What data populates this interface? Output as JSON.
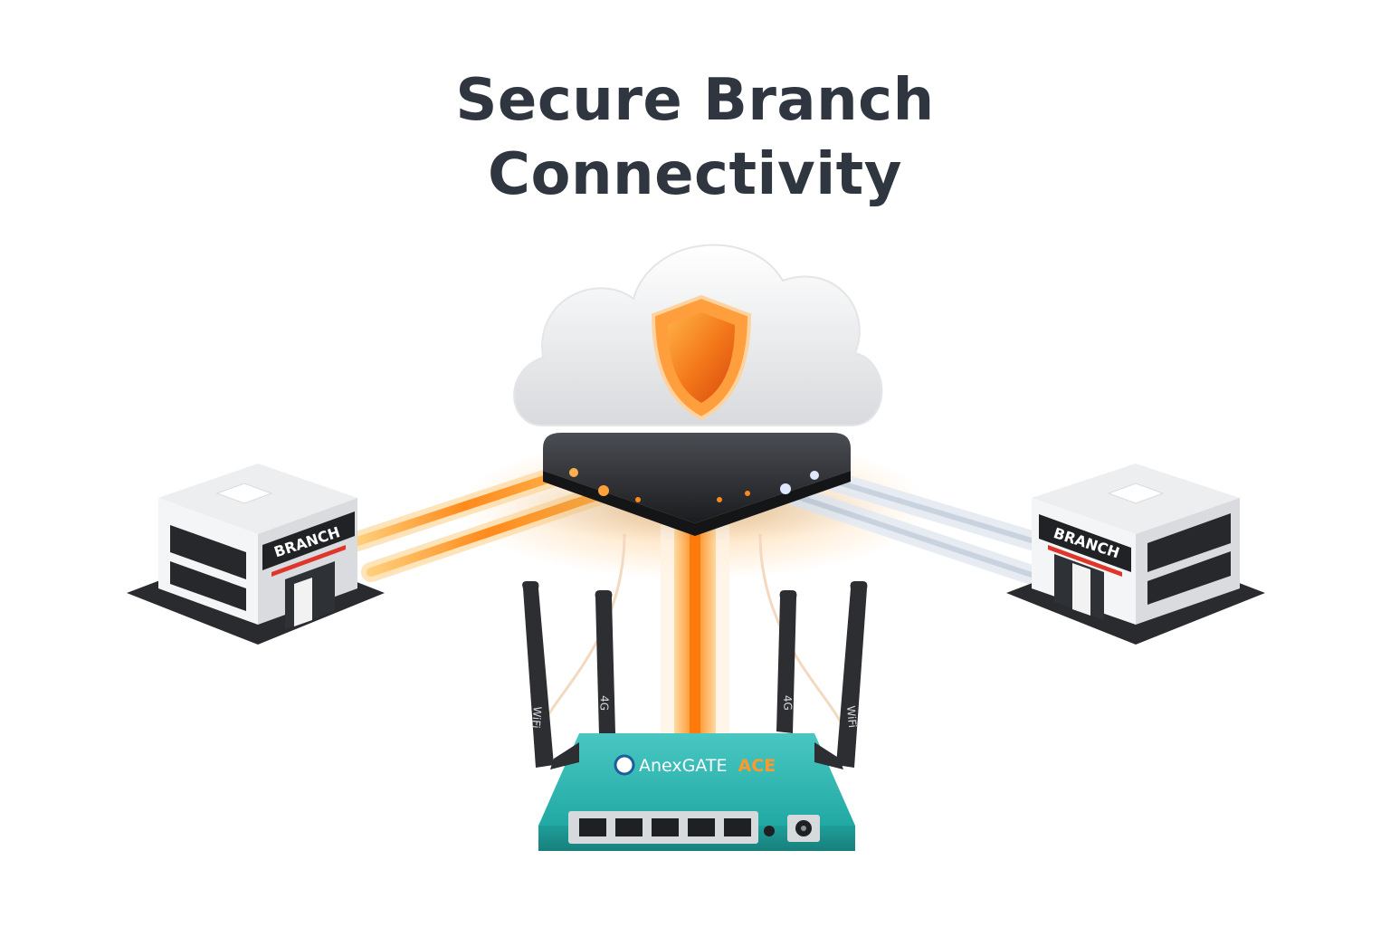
{
  "title": {
    "line1": "Secure Branch",
    "line2": "Connectivity"
  },
  "branch_left": {
    "sign": "BRANCH"
  },
  "branch_right": {
    "sign": "BRANCH"
  },
  "cloud": {
    "icon": "shield-icon"
  },
  "router": {
    "brand": "AnexGATE",
    "model": "ACE",
    "antennas": [
      "WiFi",
      "4G",
      "4G",
      "WiFi"
    ],
    "port_count": 5
  },
  "colors": {
    "title": "#2f3640",
    "orange_link": "#ff8a1c",
    "white_link": "#c9d3e0",
    "router_body": "#1fa8a3",
    "shield": "#f07a1a",
    "hub": "#2b2d31"
  }
}
